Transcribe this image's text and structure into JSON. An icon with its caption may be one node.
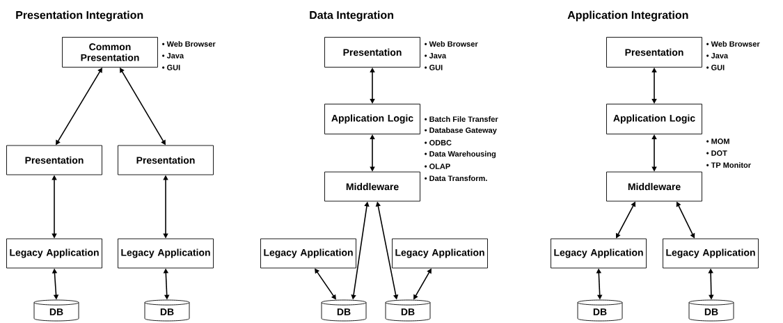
{
  "diagram": {
    "nodes": [
      {
        "text": [
          "Common Presentation"
        ],
        "beside": [
          "• Web Browser",
          "• Java",
          "• GUI"
        ]
      },
      {
        "text": [
          "Presentation"
        ]
      },
      {
        "text": [
          "Presentation"
        ]
      },
      {
        "text": [
          "Legacy Application"
        ]
      },
      {
        "text": [
          "Legacy Application"
        ]
      },
      {
        "text": [
          "DB"
        ]
      },
      {
        "text": [
          "DB"
        ]
      },
      {
        "text": [
          "Presentation"
        ],
        "beside": [
          "• Web Browser",
          "• Java",
          "• GUI"
        ]
      },
      {
        "text": [
          "Application Logic"
        ],
        "beside": [
          "• Batch File Transfer",
          "• Database Gateway",
          "• ODBC",
          "• Data Warehousing",
          "• OLAP",
          "• Data Transform."
        ]
      },
      {
        "text": [
          "Middleware"
        ]
      },
      {
        "text": [
          "Legacy Application"
        ]
      },
      {
        "text": [
          "Legacy Application"
        ]
      },
      {
        "text": [
          "DB"
        ]
      },
      {
        "text": [
          "DB"
        ]
      },
      {
        "text": [
          "Presentation"
        ],
        "beside": [
          "• Web Browser",
          "• Java",
          "• GUI"
        ]
      },
      {
        "text": [
          "Application Logic"
        ],
        "beside": [
          "• MOM",
          "• DOT",
          "• TP Monitor"
        ]
      },
      {
        "text": [
          "Middleware"
        ]
      },
      {
        "text": [
          "Legacy Application"
        ]
      },
      {
        "text": [
          "Legacy Application"
        ]
      },
      {
        "text": [
          "DB"
        ]
      },
      {
        "text": [
          "DB"
        ]
      }
    ],
    "edges": [
      {
        "from": 0,
        "to": 1,
        "arrow": "both"
      },
      {
        "from": 0,
        "to": 2,
        "arrow": "both"
      },
      {
        "from": 1,
        "to": 3,
        "arrow": "both"
      },
      {
        "from": 2,
        "to": 4,
        "arrow": "both"
      },
      {
        "from": 3,
        "to": 5,
        "arrow": "both"
      },
      {
        "from": 4,
        "to": 6,
        "arrow": "both"
      },
      {
        "from": 7,
        "to": 8,
        "arrow": "both"
      },
      {
        "from": 8,
        "to": 9,
        "arrow": "both"
      },
      {
        "from": 9,
        "to": 12,
        "arrow": "both"
      },
      {
        "from": 9,
        "to": 13,
        "arrow": "both"
      },
      {
        "from": 10,
        "to": 12,
        "arrow": "both"
      },
      {
        "from": 11,
        "to": 13,
        "arrow": "both"
      },
      {
        "from": 14,
        "to": 15,
        "arrow": "both"
      },
      {
        "from": 15,
        "to": 16,
        "arrow": "both"
      },
      {
        "from": 16,
        "to": 17,
        "arrow": "both"
      },
      {
        "from": 16,
        "to": 18,
        "arrow": "both"
      },
      {
        "from": 17,
        "to": 19,
        "arrow": "both"
      },
      {
        "from": 18,
        "to": 20,
        "arrow": "both"
      }
    ],
    "labels": [
      "Presentation Integration",
      "Data Integration",
      "Application Integration"
    ]
  }
}
